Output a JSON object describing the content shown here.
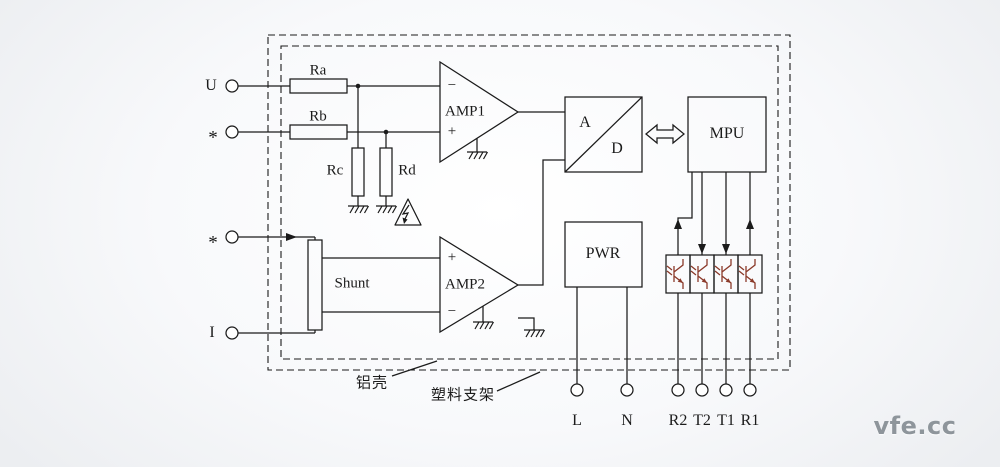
{
  "diagram": {
    "watermark": "vfe.cc",
    "left_terminals": {
      "u": "U",
      "star_voltage": "*",
      "star_current": "*",
      "i": "I"
    },
    "bottom_terminals": {
      "l": "L",
      "n": "N",
      "r2": "R2",
      "t2": "T2",
      "t1": "T1",
      "r1": "R1"
    },
    "resistors": {
      "ra": "Ra",
      "rb": "Rb",
      "rc": "Rc",
      "rd": "Rd"
    },
    "blocks": {
      "amp1": "AMP1",
      "amp2": "AMP2",
      "shunt": "Shunt",
      "adc_a": "A",
      "adc_d": "D",
      "mpu": "MPU",
      "pwr": "PWR"
    },
    "signs": {
      "plus": "+",
      "minus": "−"
    },
    "annotations": {
      "aluminum_case": "铝壳",
      "plastic_bracket": "塑料支架"
    },
    "colors": {
      "line": "#1b1b1b",
      "optocoupler": "#8b3a2a",
      "watermark": "#8e959b",
      "background": "#f0f2f4"
    }
  }
}
